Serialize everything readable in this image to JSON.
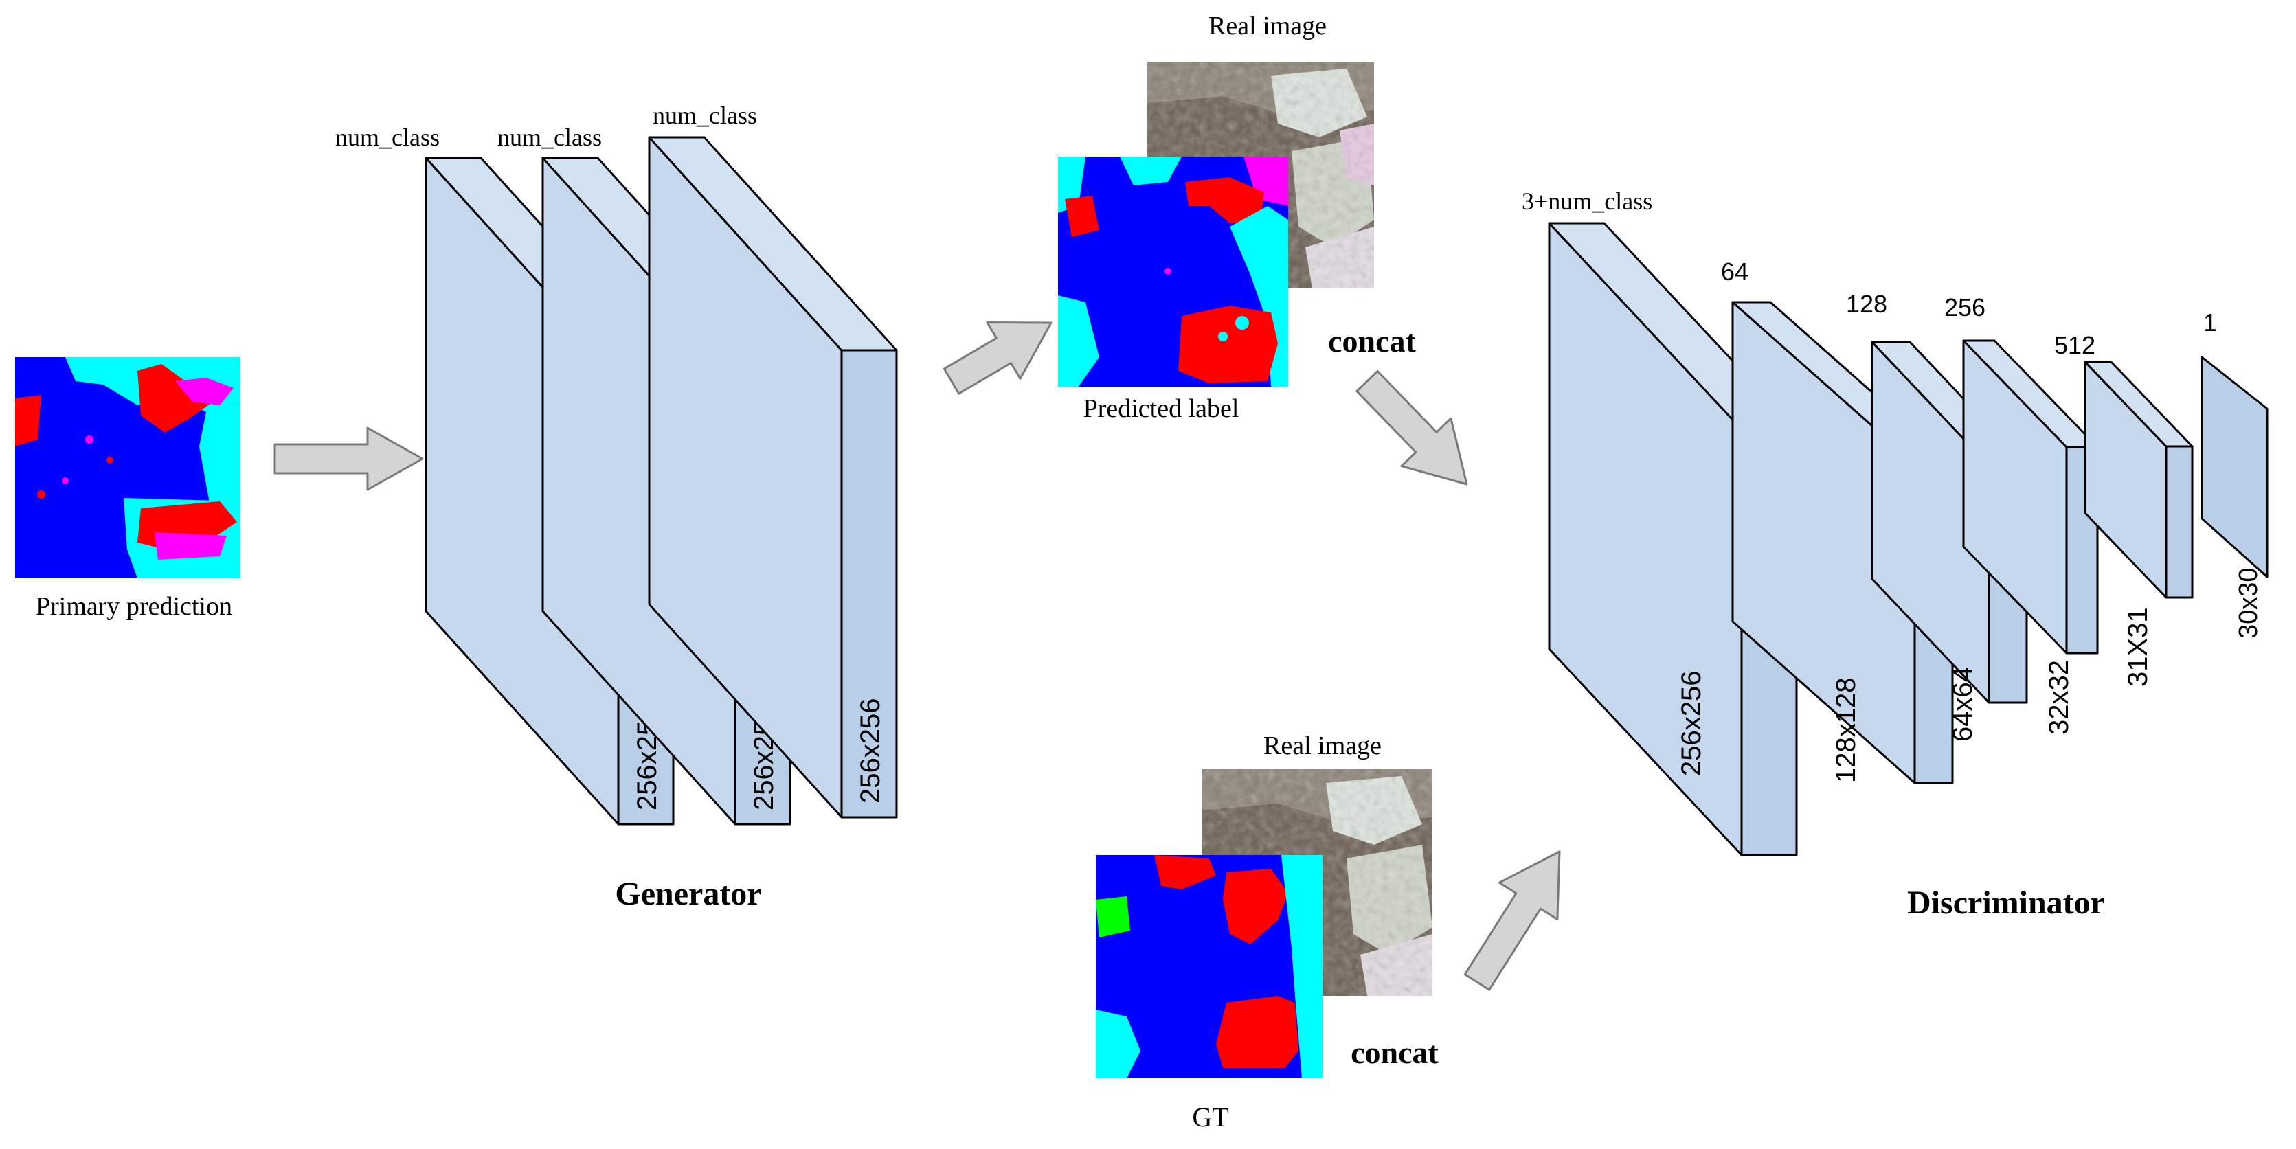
{
  "colors": {
    "block_face": "#b9cfe8",
    "block_side": "#c5d8ee",
    "block_top": "#d3e2f3",
    "block_stroke": "#000000",
    "arrow_fill": "#d4d4d4",
    "arrow_stroke": "#7a7a7a",
    "label_blue": "#0000ff",
    "label_cyan": "#00ffff",
    "label_red": "#ff0000",
    "label_magenta": "#ff00ff",
    "label_green": "#00ff00"
  },
  "primary_prediction": {
    "caption": "Primary prediction"
  },
  "generator": {
    "title": "Generator",
    "layers": [
      {
        "channel_label": "num_class",
        "size_label": "256x256"
      },
      {
        "channel_label": "num_class",
        "size_label": "256x256"
      },
      {
        "channel_label": "num_class",
        "size_label": "256x256"
      }
    ]
  },
  "predicted_pair": {
    "real_image_caption": "Real image",
    "label_caption": "Predicted label",
    "concat_label": "concat"
  },
  "gt_pair": {
    "real_image_caption": "Real image",
    "label_caption": "GT",
    "concat_label": "concat"
  },
  "discriminator": {
    "title": "Discriminator",
    "layers": [
      {
        "channel_label": "3+num_class",
        "size_label": "256x256"
      },
      {
        "channel_label": "64",
        "size_label": "128x128"
      },
      {
        "channel_label": "128",
        "size_label": "64x64"
      },
      {
        "channel_label": "256",
        "size_label": "32x32"
      },
      {
        "channel_label": "512",
        "size_label": "31X31"
      },
      {
        "channel_label": "1",
        "size_label": "30x30"
      }
    ]
  }
}
